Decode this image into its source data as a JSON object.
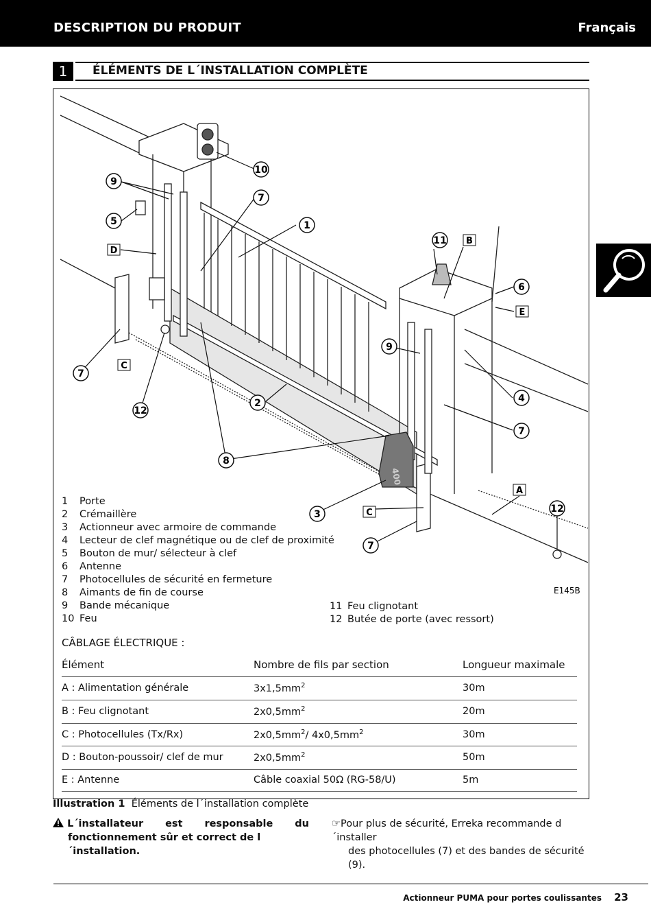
{
  "header": {
    "section": "DESCRIPTION DU PRODUIT",
    "language": "Français"
  },
  "section": {
    "number": "1",
    "title": "ÉLÉMENTS DE L´INSTALLATION COMPLÈTE"
  },
  "diagram": {
    "code": "E145B",
    "motor_label": "400",
    "callouts": [
      "1",
      "2",
      "3",
      "4",
      "5",
      "6",
      "7",
      "8",
      "9",
      "10",
      "11",
      "12"
    ],
    "letter_tags": [
      "A",
      "B",
      "C",
      "D",
      "E"
    ]
  },
  "legend_left": [
    {
      "n": "1",
      "label": "Porte"
    },
    {
      "n": "2",
      "label": "Crémaillère"
    },
    {
      "n": "3",
      "label": "Actionneur avec armoire de commande"
    },
    {
      "n": "4",
      "label": "Lecteur de clef magnétique ou de clef de proximité"
    },
    {
      "n": "5",
      "label": "Bouton de mur/ sélecteur à clef"
    },
    {
      "n": "6",
      "label": "Antenne"
    },
    {
      "n": "7",
      "label": "Photocellules de sécurité en fermeture"
    },
    {
      "n": "8",
      "label": "Aimants de fin de course"
    },
    {
      "n": "9",
      "label": "Bande mécanique"
    },
    {
      "n": "10",
      "label": "Feu"
    }
  ],
  "legend_right": [
    {
      "n": "11",
      "label": "Feu clignotant"
    },
    {
      "n": "12",
      "label": "Butée de porte (avec ressort)"
    }
  ],
  "wiring": {
    "heading": "CÂBLAGE ÉLECTRIQUE :",
    "columns": [
      "Élément",
      "Nombre de fils par section",
      "Longueur maximale"
    ],
    "rows": [
      {
        "element": "A : Alimentation générale",
        "wires": "3x1,5mm",
        "sup": "2",
        "wires2": "",
        "sup2": "",
        "length": "30m"
      },
      {
        "element": "B : Feu clignotant",
        "wires": "2x0,5mm",
        "sup": "2",
        "wires2": "",
        "sup2": "",
        "length": "20m"
      },
      {
        "element": "C : Photocellules (Tx/Rx)",
        "wires": "2x0,5mm",
        "sup": "2",
        "wires2": "/ 4x0,5mm",
        "sup2": "2",
        "length": "30m"
      },
      {
        "element": "D : Bouton-poussoir/ clef de mur",
        "wires": "2x0,5mm",
        "sup": "2",
        "wires2": "",
        "sup2": "",
        "length": "50m"
      },
      {
        "element": "E : Antenne",
        "wires": "Câble coaxial 50Ω (RG-58/U)",
        "sup": "",
        "wires2": "",
        "sup2": "",
        "length": "5m"
      }
    ]
  },
  "caption": {
    "label": "Illustration 1",
    "text": "Éléments de l´installation complète"
  },
  "warning": {
    "word1": "L´installateur",
    "word2": "est",
    "word3": "responsable",
    "word4": "du",
    "line2": "fonctionnement sûr et correct de l´installation."
  },
  "note": {
    "line1": "Pour plus de sécurité, Erreka recommande d´installer",
    "line2": "des photocellules (7) et des bandes de sécurité (9)."
  },
  "footer": {
    "text": "Actionneur PUMA pour portes coulissantes",
    "page": "23"
  }
}
